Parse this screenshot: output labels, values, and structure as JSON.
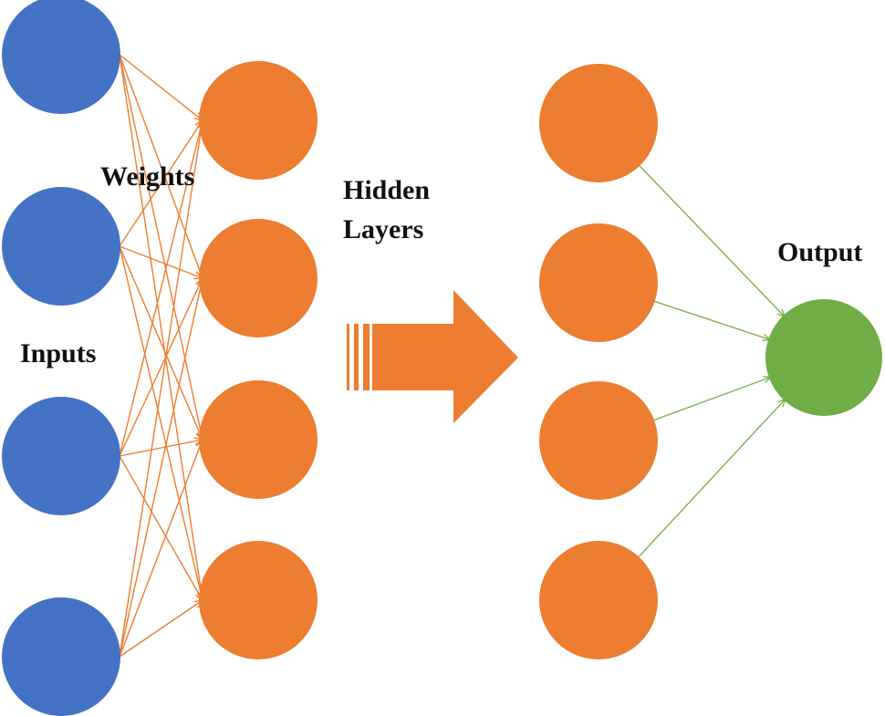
{
  "labels": {
    "weights": "Weights",
    "inputs": "Inputs",
    "hidden_line1": "Hidden",
    "hidden_line2": "Layers",
    "output": "Output"
  },
  "colors": {
    "input_node": "#4472C4",
    "hidden_node": "#ED7D31",
    "output_node": "#70AD47",
    "weight_edge": "#ED7D31",
    "output_edge": "#70AD47",
    "arrow": "#ED7D31",
    "text": "#111111"
  },
  "network": {
    "input_count": 4,
    "first_hidden_count": 4,
    "last_hidden_count": 4,
    "output_count": 1,
    "first_layers_fully_connected": true,
    "last_hidden_to_output": true
  }
}
